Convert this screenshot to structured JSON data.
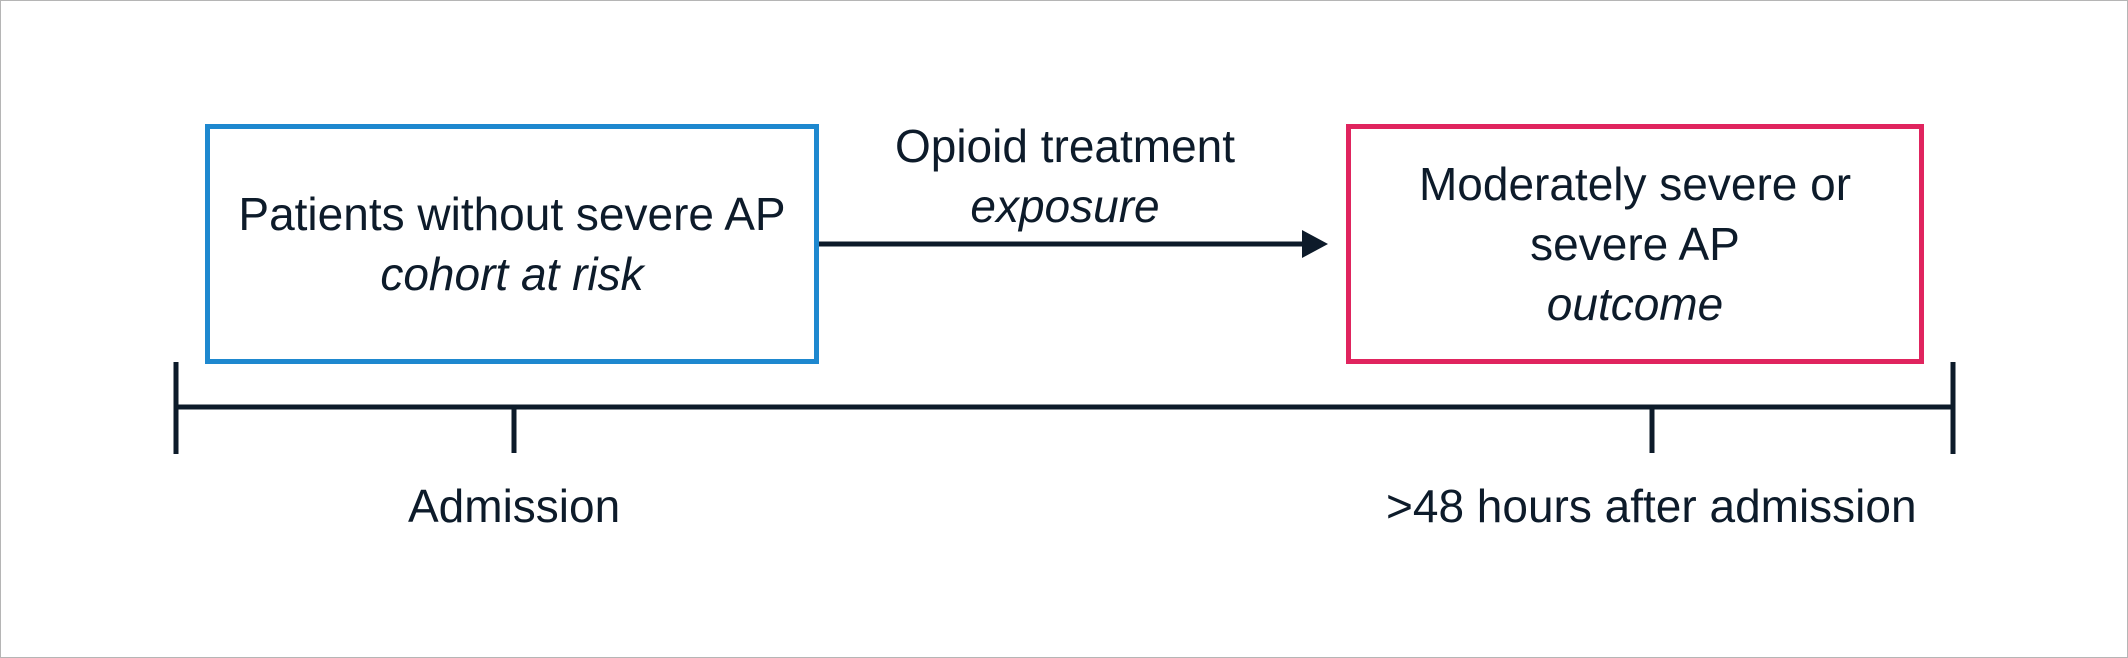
{
  "cohort_box": {
    "title": "Patients without severe AP",
    "subtitle": "cohort at risk",
    "border_color": "#1e88cf"
  },
  "exposure": {
    "title": "Opioid treatment",
    "subtitle": "exposure"
  },
  "outcome_box": {
    "title_line1": "Moderately severe or",
    "title_line2": "severe AP",
    "subtitle": "outcome",
    "border_color": "#e0245e"
  },
  "timeline": {
    "start_label": "Admission",
    "end_label": ">48 hours after admission"
  },
  "line_color": "#0d1b2a"
}
